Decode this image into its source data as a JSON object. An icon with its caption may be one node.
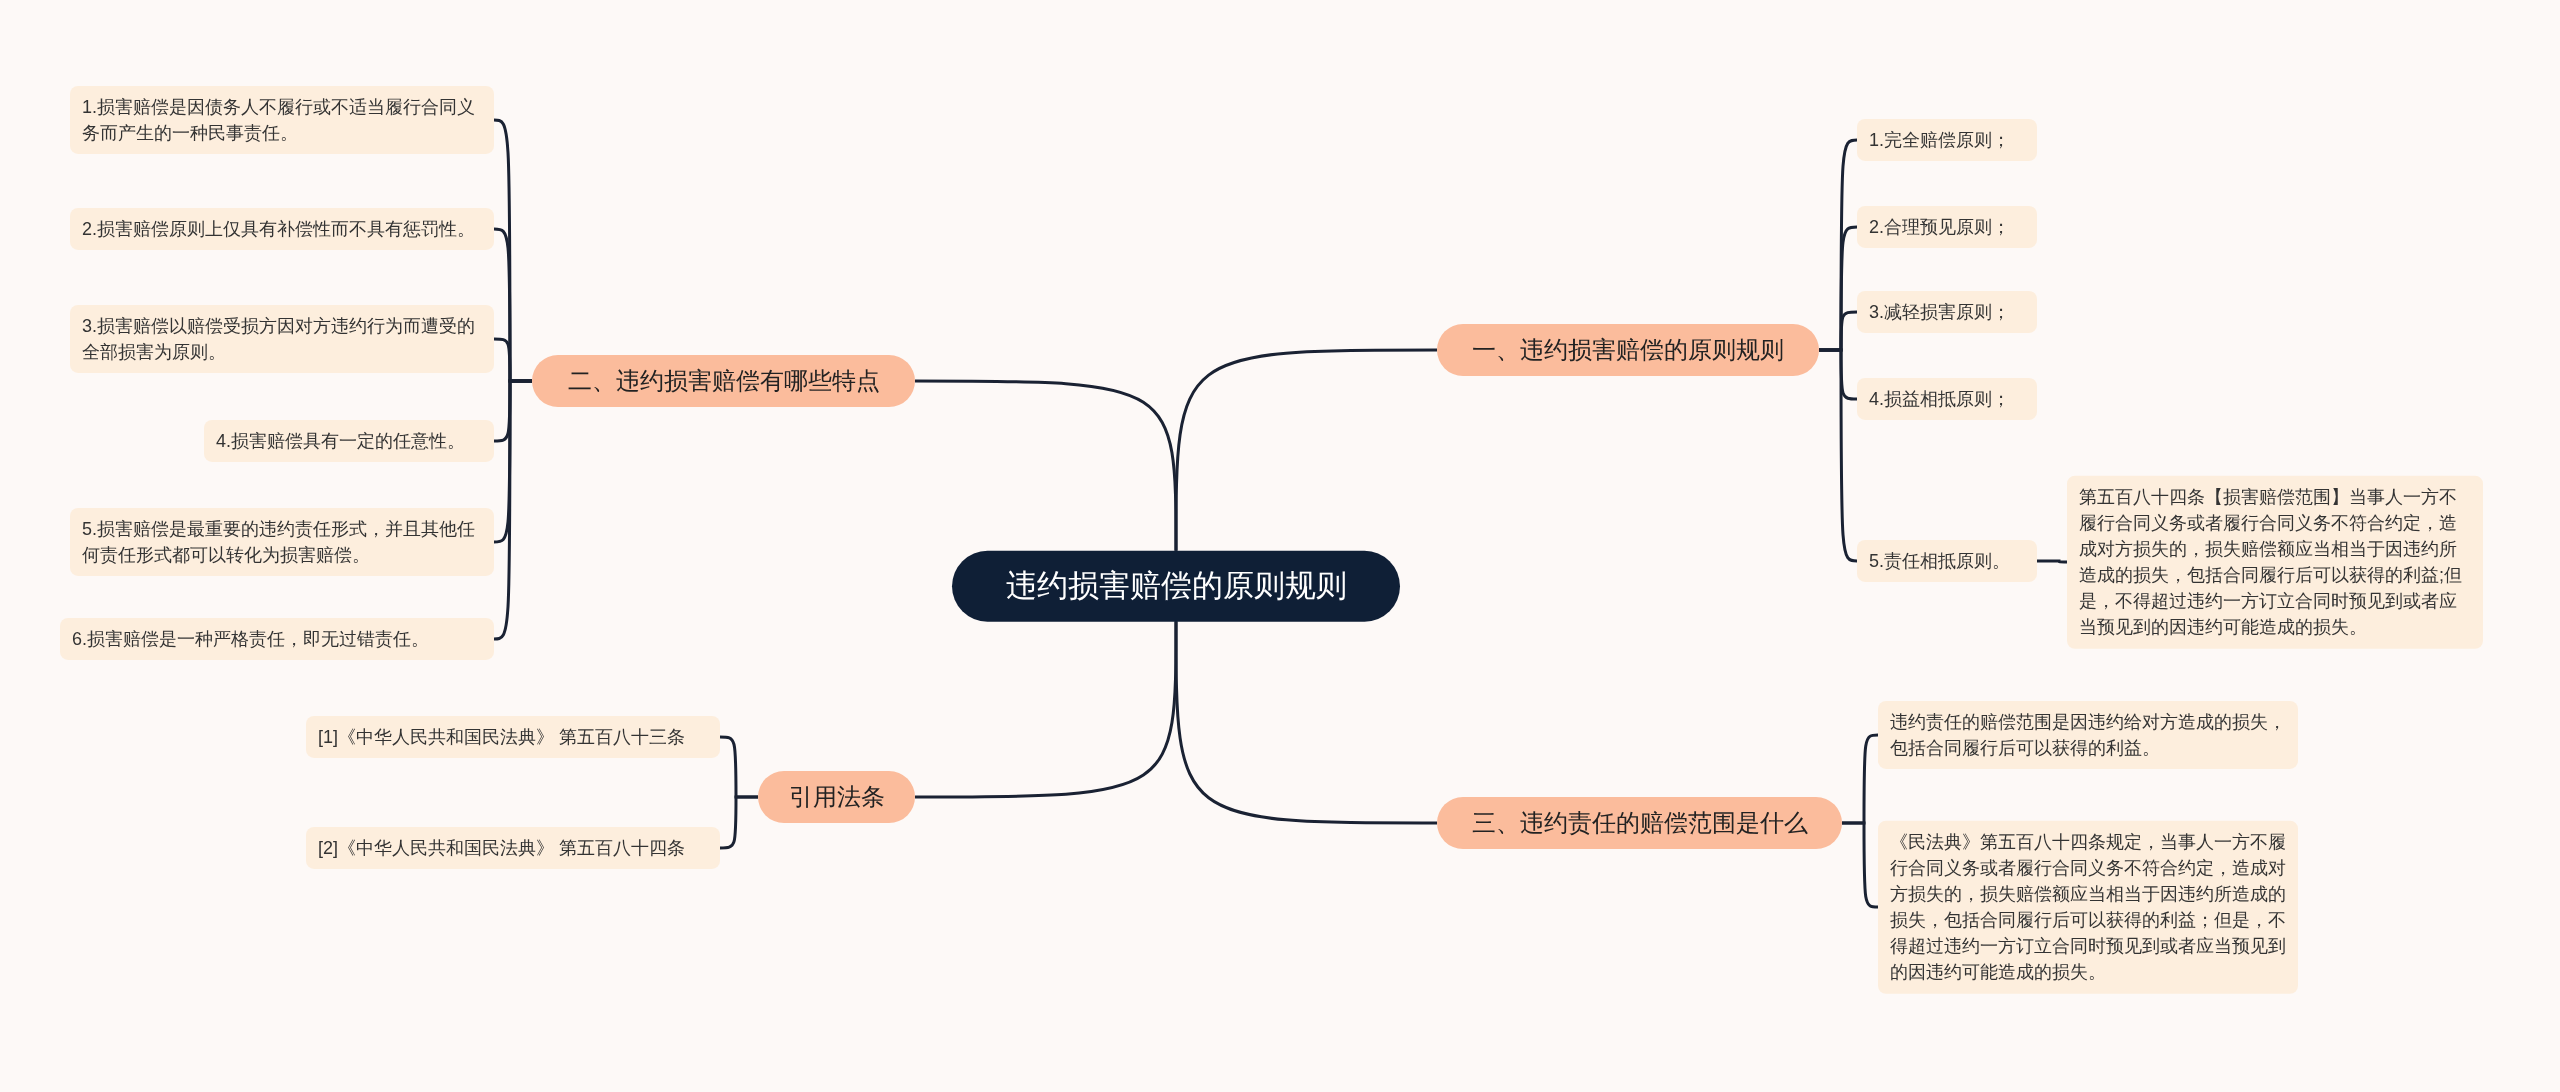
{
  "diagram": {
    "nodes": [
      {
        "text": [
          "违约损害赔偿的原则规则"
        ]
      },
      {
        "text": [
          "一、违约损害赔偿的原则规则"
        ]
      },
      {
        "text": [
          "1.完全赔偿原则；"
        ]
      },
      {
        "text": [
          "2.合理预见原则；"
        ]
      },
      {
        "text": [
          "3.减轻损害原则；"
        ]
      },
      {
        "text": [
          "4.损益相抵原则；"
        ]
      },
      {
        "text": [
          "5.责任相抵原则。"
        ]
      },
      {
        "text": [
          "第五百八十四条【损害赔偿范围】当事人一方不履行合同义务或者履行合同义务不符合约定，造成对方损失的，损失赔偿额应当相当于因违约所造成的损失，包括合同履行后可以获得的利益;但是，不得超过违约一方订立合同时预见到或者应当预见到的因违约可能造成的损失。"
        ]
      },
      {
        "text": [
          "三、违约责任的赔偿范围是什么"
        ]
      },
      {
        "text": [
          "违约责任的赔偿范围是因违约给对方造成的损失，包括合同履行后可以获得的利益。"
        ]
      },
      {
        "text": [
          "《民法典》第五百八十四条规定，当事人一方不履行合同义务或者履行合同义务不符合约定，造成对方损失的，损失赔偿额应当相当于因违约所造成的损失，包括合同履行后可以获得的利益；但是，不得超过违约一方订立合同时预见到或者应当预见到的因违约可能造成的损失。"
        ]
      },
      {
        "text": [
          "二、违约损害赔偿有哪些特点"
        ]
      },
      {
        "text": [
          "1.损害赔偿是因债务人不履行或不适当履行合同义务而产生的一种民事责任。"
        ]
      },
      {
        "text": [
          "2.损害赔偿原则上仅具有补偿性而不具有惩罚性。"
        ]
      },
      {
        "text": [
          "3.损害赔偿以赔偿受损方因对方违约行为而遭受的全部损害为原则。"
        ]
      },
      {
        "text": [
          "4.损害赔偿具有一定的任意性。"
        ]
      },
      {
        "text": [
          "5.损害赔偿是最重要的违约责任形式，并且其他任何责任形式都可以转化为损害赔偿。"
        ]
      },
      {
        "text": [
          "6.损害赔偿是一种严格责任，即无过错责任。"
        ]
      },
      {
        "text": [
          "引用法条"
        ]
      },
      {
        "text": [
          "[1]《中华人民共和国民法典》 第五百八十三条"
        ]
      },
      {
        "text": [
          "[2]《中华人民共和国民法典》 第五百八十四条"
        ]
      }
    ],
    "edges": [
      {
        "from": 0,
        "to": 1,
        "arrow": "none"
      },
      {
        "from": 1,
        "to": 2,
        "arrow": "none"
      },
      {
        "from": 1,
        "to": 3,
        "arrow": "none"
      },
      {
        "from": 1,
        "to": 4,
        "arrow": "none"
      },
      {
        "from": 1,
        "to": 5,
        "arrow": "none"
      },
      {
        "from": 1,
        "to": 6,
        "arrow": "none"
      },
      {
        "from": 6,
        "to": 7,
        "arrow": "none"
      },
      {
        "from": 0,
        "to": 8,
        "arrow": "none"
      },
      {
        "from": 8,
        "to": 9,
        "arrow": "none"
      },
      {
        "from": 8,
        "to": 10,
        "arrow": "none"
      },
      {
        "from": 0,
        "to": 11,
        "arrow": "none"
      },
      {
        "from": 11,
        "to": 12,
        "arrow": "none"
      },
      {
        "from": 11,
        "to": 13,
        "arrow": "none"
      },
      {
        "from": 11,
        "to": 14,
        "arrow": "none"
      },
      {
        "from": 11,
        "to": 15,
        "arrow": "none"
      },
      {
        "from": 11,
        "to": 16,
        "arrow": "none"
      },
      {
        "from": 11,
        "to": 17,
        "arrow": "none"
      },
      {
        "from": 0,
        "to": 18,
        "arrow": "none"
      },
      {
        "from": 18,
        "to": 19,
        "arrow": "none"
      },
      {
        "from": 18,
        "to": 20,
        "arrow": "none"
      }
    ]
  }
}
